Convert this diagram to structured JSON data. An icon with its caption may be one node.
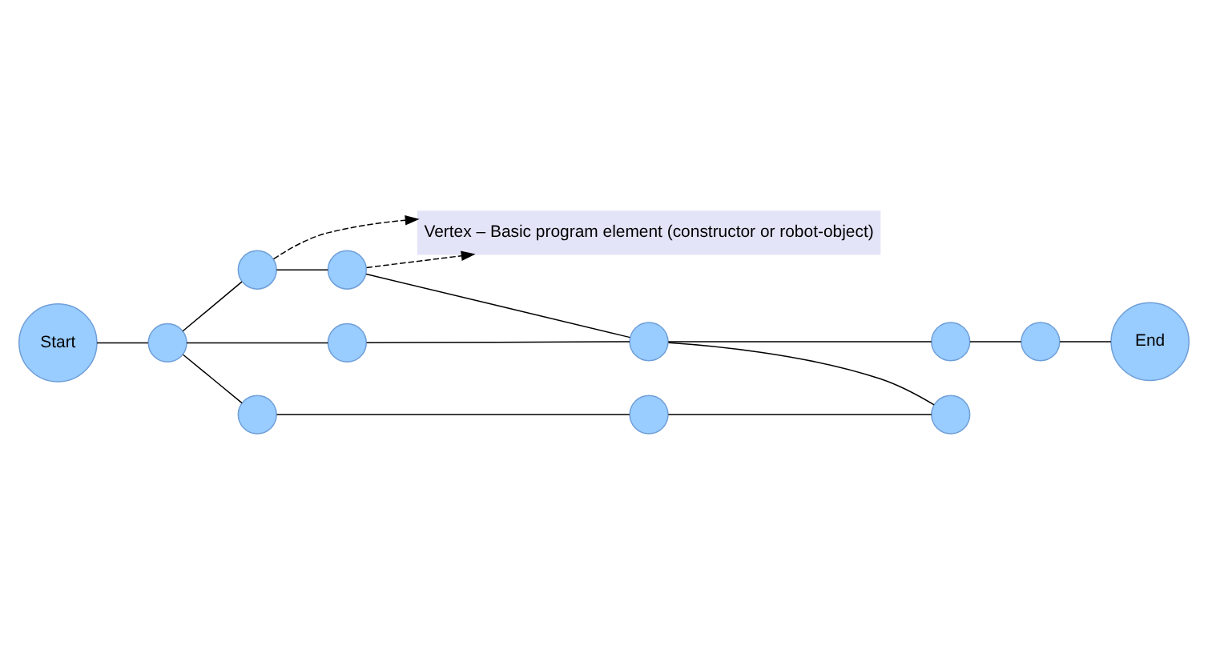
{
  "diagram": {
    "nodes": [
      {
        "text": [
          "Start"
        ]
      },
      {
        "text": [],
        "shape": "circle"
      },
      {
        "text": [],
        "shape": "circle"
      },
      {
        "text": [],
        "shape": "circle"
      },
      {
        "text": [],
        "shape": "circle"
      },
      {
        "text": [],
        "shape": "circle"
      },
      {
        "text": [],
        "shape": "circle"
      },
      {
        "text": [],
        "shape": "circle"
      },
      {
        "text": [
          "End"
        ]
      },
      {
        "text": [],
        "shape": "circle"
      },
      {
        "text": [],
        "shape": "circle"
      },
      {
        "text": [],
        "shape": "circle"
      },
      {
        "text": [
          "Vertex – Basic program element (constructor or robot-object)"
        ]
      }
    ],
    "edges": [
      {
        "from": 0,
        "to": 1,
        "arrow": "none"
      },
      {
        "from": 1,
        "to": 2,
        "arrow": "none"
      },
      {
        "from": 2,
        "to": 3,
        "arrow": "none"
      },
      {
        "from": 3,
        "to": 5,
        "arrow": "none"
      },
      {
        "from": 1,
        "to": 4,
        "arrow": "none"
      },
      {
        "from": 4,
        "to": 5,
        "arrow": "none"
      },
      {
        "from": 5,
        "to": 6,
        "arrow": "none"
      },
      {
        "from": 6,
        "to": 7,
        "arrow": "none"
      },
      {
        "from": 7,
        "to": 8,
        "arrow": "none"
      },
      {
        "from": 1,
        "to": 9,
        "arrow": "none"
      },
      {
        "from": 9,
        "to": 10,
        "arrow": "none"
      },
      {
        "from": 10,
        "to": 11,
        "arrow": "none"
      },
      {
        "from": 5,
        "to": 11,
        "arrow": "none"
      },
      {
        "from": 2,
        "to": 12,
        "arrow": "to",
        "style": "dashed"
      },
      {
        "from": 3,
        "to": 12,
        "arrow": "to",
        "style": "dashed"
      }
    ]
  }
}
